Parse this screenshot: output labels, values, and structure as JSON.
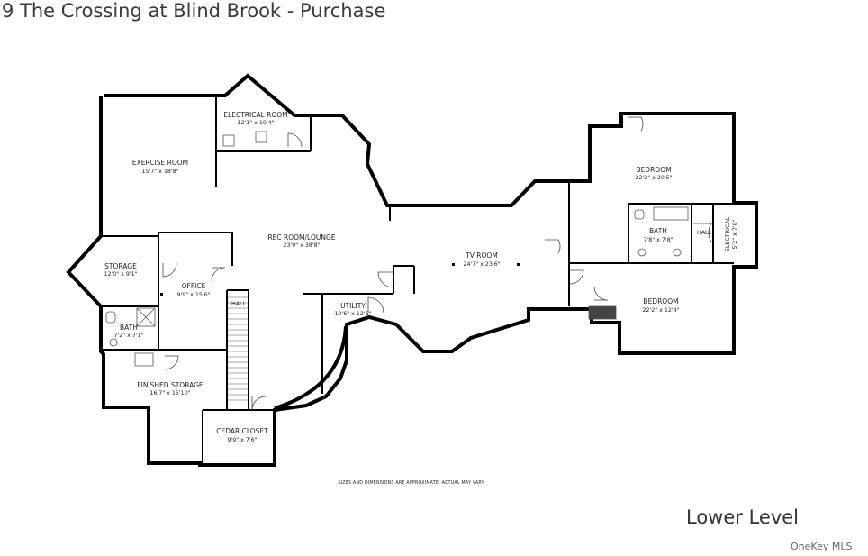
{
  "title": "9 The Crossing at Blind Brook - Purchase",
  "level_label": "Lower Level",
  "credit": "OneKey MLS",
  "disclaimer": "SIZES AND DIMENSIONS ARE APPROXIMATE, ACTUAL MAY VARY.",
  "rooms": {
    "exercise": {
      "name": "EXERCISE ROOM",
      "dims": "15'7\" x 18'8\""
    },
    "electrical_room": {
      "name": "ELECTRICAL ROOM",
      "dims": "12'1\" x 10'4\""
    },
    "rec": {
      "name": "REC ROOM/LOUNGE",
      "dims": "23'9\" x 38'8\""
    },
    "storage": {
      "name": "STORAGE",
      "dims": "12'0\" x 9'1\""
    },
    "office": {
      "name": "OFFICE",
      "dims": "9'9\" x 15'6\""
    },
    "hall_left": {
      "name": "HALL"
    },
    "bath_left": {
      "name": "BATH",
      "dims": "7'2\" x 7'1\""
    },
    "utility": {
      "name": "UTILITY",
      "dims": "12'6\" x 12'6\""
    },
    "finished_storage": {
      "name": "FINISHED STORAGE",
      "dims": "16'7\" x 15'10\""
    },
    "cedar_closet": {
      "name": "CEDAR CLOSET",
      "dims": "9'9\" x 7'6\""
    },
    "tv": {
      "name": "TV ROOM",
      "dims": "24'7\" x 23'6\""
    },
    "bedroom_top": {
      "name": "BEDROOM",
      "dims": "22'2\" x 20'5\""
    },
    "bath_right": {
      "name": "BATH",
      "dims": "7'8\" x 7'8\""
    },
    "hall_right": {
      "name": "HALL"
    },
    "electrical": {
      "name": "ELECTRICAL",
      "dims": "5'2\" x 7'8\""
    },
    "bedroom_bottom": {
      "name": "BEDROOM",
      "dims": "22'2\" x 12'4\""
    }
  }
}
